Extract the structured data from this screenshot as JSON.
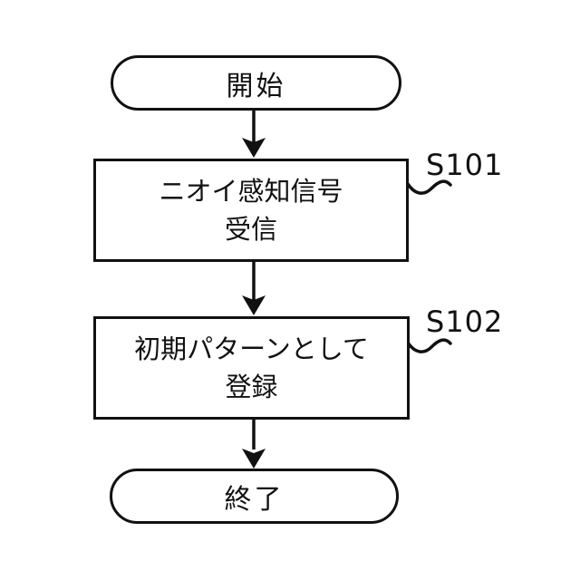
{
  "figure": {
    "type": "flowchart",
    "background_color": "#ffffff",
    "line_color": "#111111",
    "nodes": {
      "start": {
        "label": "開始"
      },
      "end": {
        "label": "終了"
      }
    },
    "steps": [
      {
        "id": "S101",
        "line1": "ニオイ感知信号",
        "line2": "受信"
      },
      {
        "id": "S102",
        "line1": "初期パターンとして",
        "line2": "登録"
      }
    ]
  }
}
